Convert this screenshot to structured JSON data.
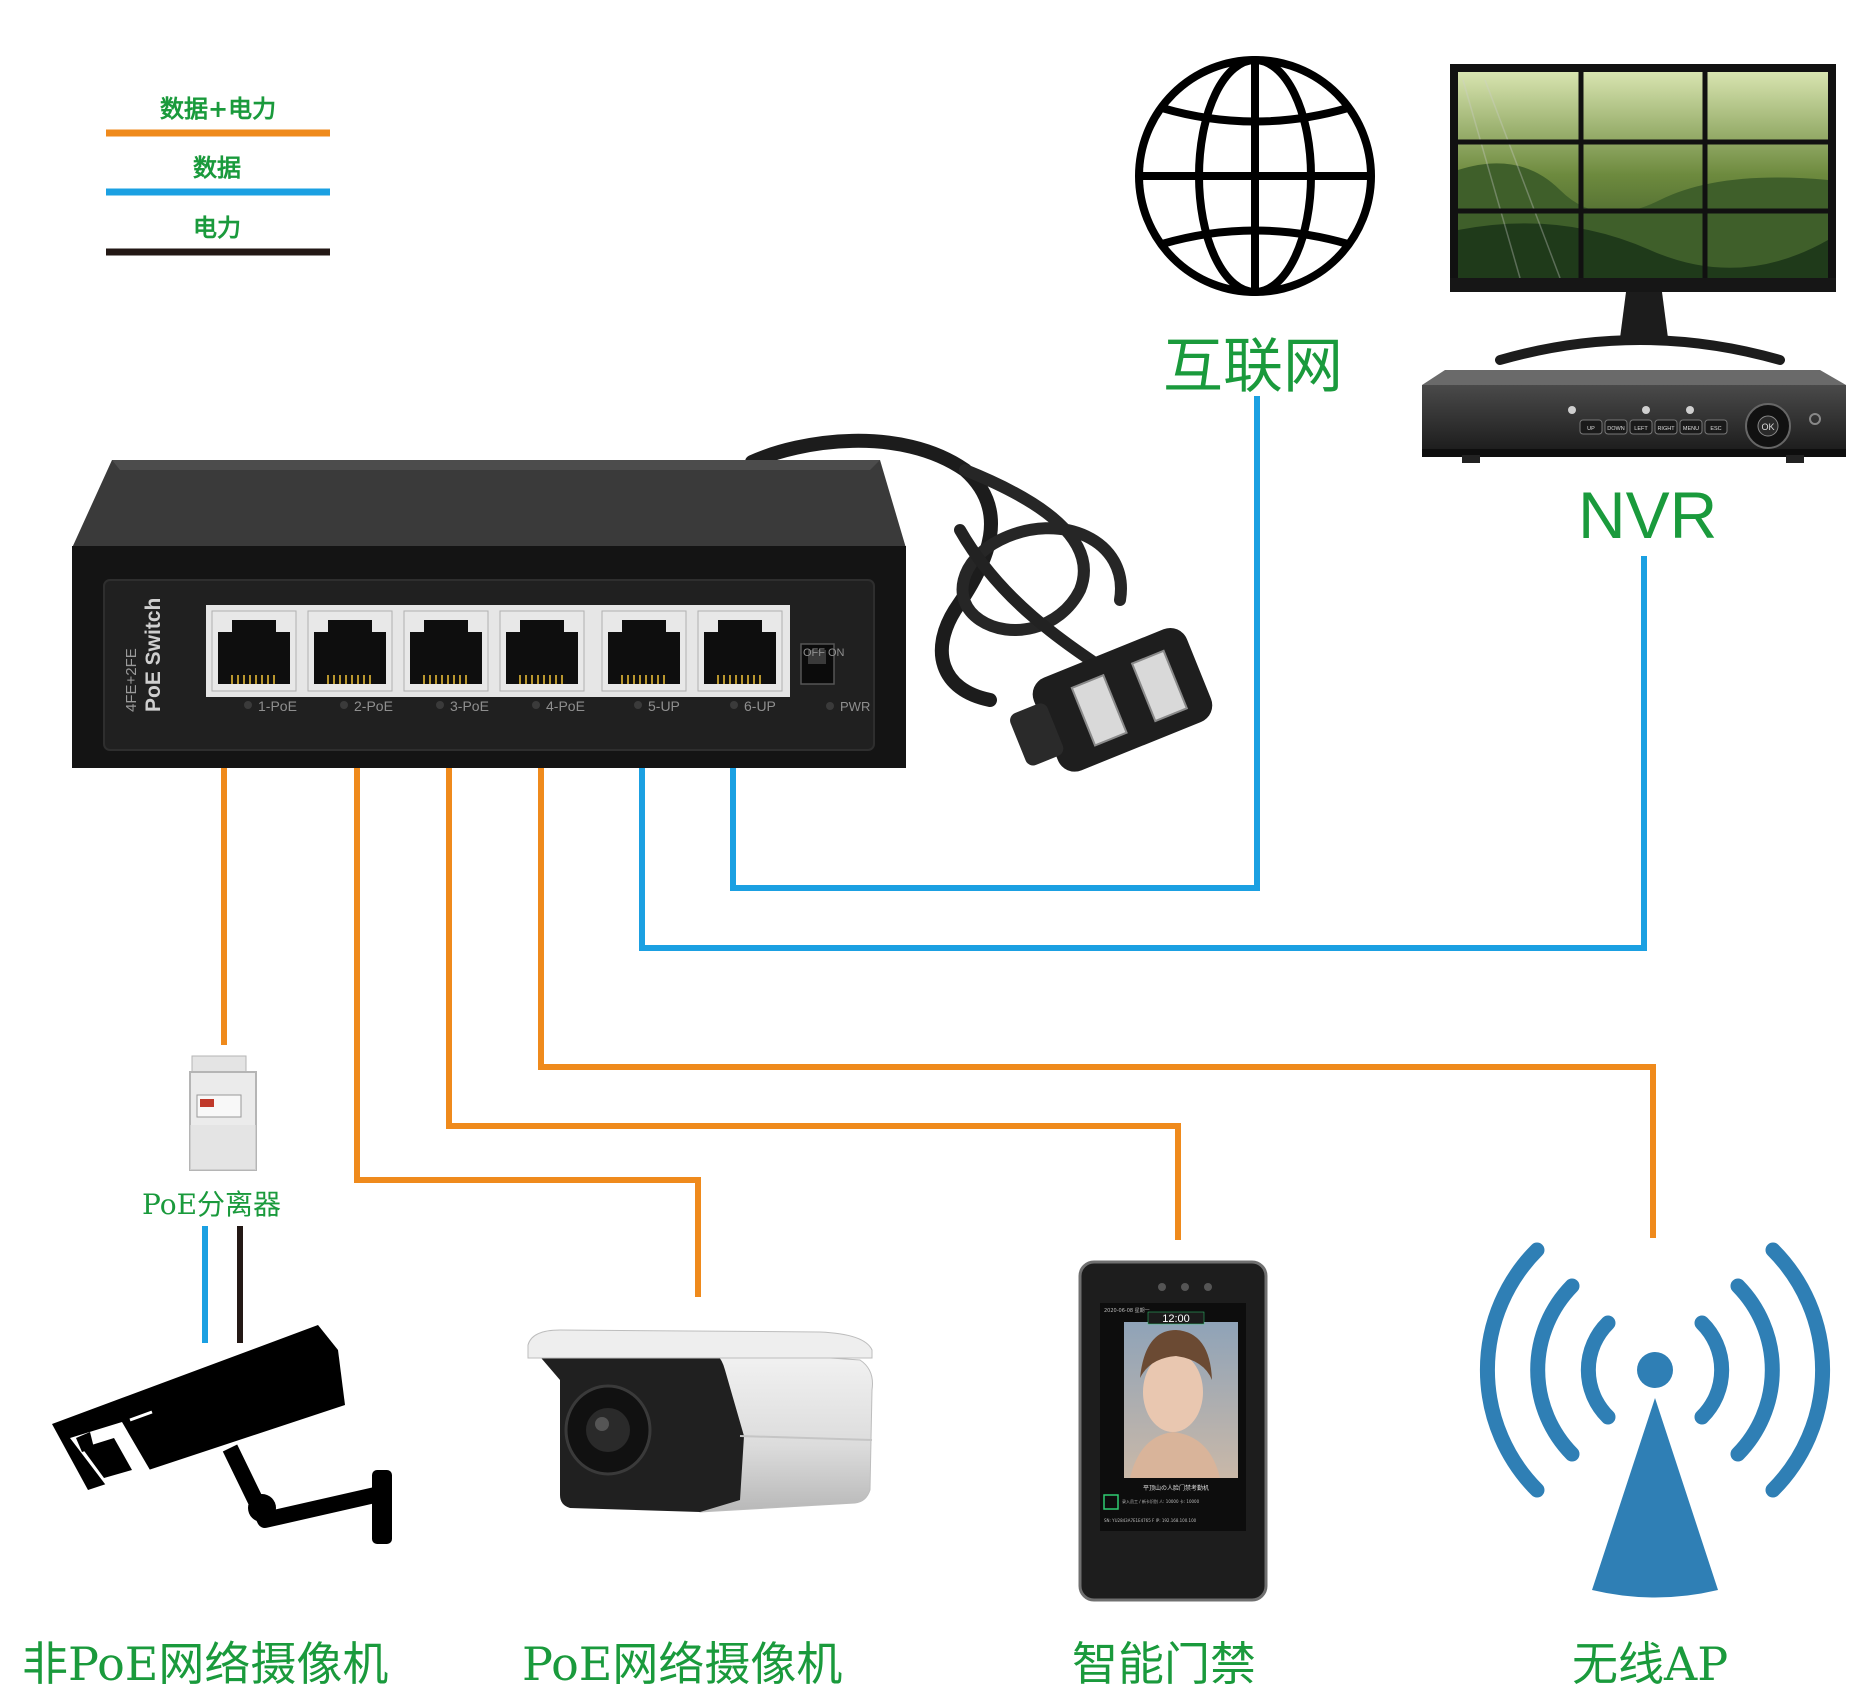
{
  "legend": {
    "data_power": {
      "label": "数据+电力",
      "color": "#ef8a1c"
    },
    "data": {
      "label": "数据",
      "color": "#1ba0e2"
    },
    "power": {
      "label": "电力",
      "color": "#231815"
    }
  },
  "switch": {
    "model_line1": "4FE+2FE",
    "model_line2": "PoE Switch",
    "ports": [
      "1-PoE",
      "2-PoE",
      "3-PoE",
      "4-PoE",
      "5-UP",
      "6-UP"
    ],
    "dip_switch": {
      "off": "OFF",
      "on": "ON",
      "pwr": "PWR"
    }
  },
  "internet": {
    "label": "互联网"
  },
  "nvr": {
    "label": "NVR",
    "buttons": [
      "UP",
      "DOWN",
      "LEFT",
      "RIGHT",
      "MENU",
      "ESC"
    ],
    "ok": "OK"
  },
  "splitter": {
    "label": "PoE分离器"
  },
  "devices": {
    "non_poe_camera": "非PoE网络摄像机",
    "poe_camera": "PoE网络摄像机",
    "access_control": "智能门禁",
    "wireless_ap": "无线AP"
  },
  "access_screen": {
    "time": "12:00",
    "date": "2020-06-08 星期一",
    "title": "平顶山の人脸门禁考勤机",
    "line1": "录入员工 / 新卡识别   人: 10000   卡: 10000",
    "line2": "SN: YU2843A7E1E4765 F   IP: 192.168.100.100"
  }
}
